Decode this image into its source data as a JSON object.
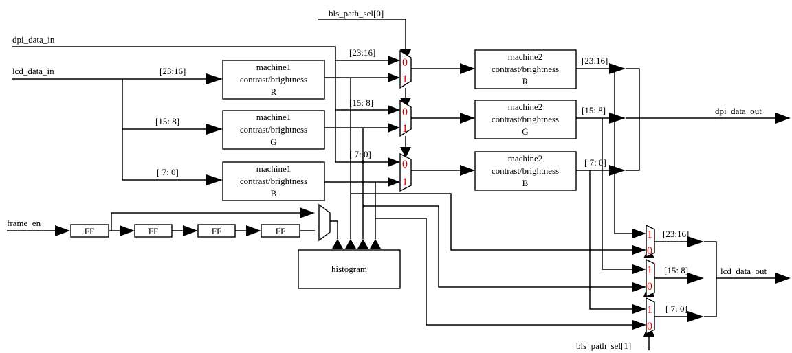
{
  "colors": {
    "line": "#000000",
    "mux_digits": "#e00000",
    "background": "#ffffff"
  },
  "signals": {
    "bls_path_sel0": "bls_path_sel[0]",
    "bls_path_sel1": "bls_path_sel[1]",
    "dpi_data_in": "dpi_data_in",
    "lcd_data_in": "lcd_data_in",
    "frame_en": "frame_en",
    "dpi_data_out": "dpi_data_out",
    "lcd_data_out": "lcd_data_out"
  },
  "bits": {
    "hi": "[23:16]",
    "mid": "[15: 8]",
    "lo": "[ 7: 0]"
  },
  "machine1": {
    "line1": "machine1",
    "line2": "contrast/brightness",
    "channels": [
      "R",
      "G",
      "B"
    ]
  },
  "machine2": {
    "line1": "machine2",
    "line2": "contrast/brightness",
    "channels": [
      "R",
      "G",
      "B"
    ]
  },
  "flipflop": "FF",
  "histogram": "histogram",
  "mux": {
    "zero": "0",
    "one": "1"
  }
}
